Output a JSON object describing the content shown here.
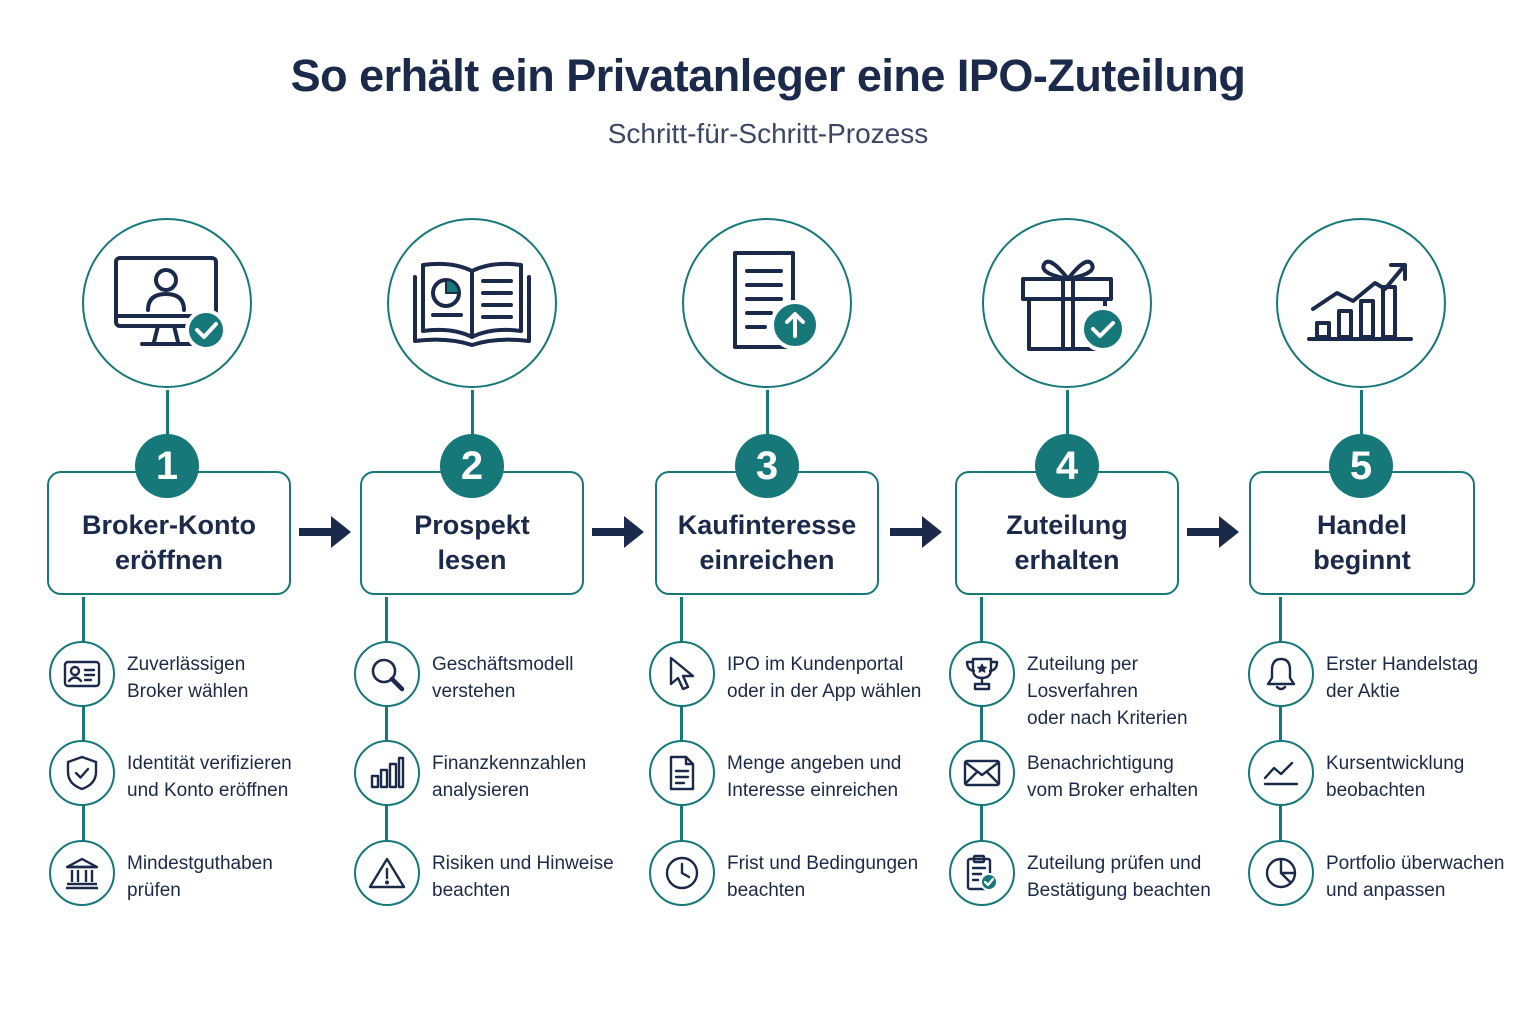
{
  "title": "So erhält ein Privatanleger eine IPO-Zuteilung",
  "subtitle": "Schritt-für-Schritt-Prozess",
  "colors": {
    "accent": "#17787a",
    "navy": "#1b2a4a"
  },
  "steps": [
    {
      "number": "1",
      "label": "Broker-Konto\neröffnen",
      "icon": "monitor-user-check-icon",
      "items": [
        {
          "icon": "id-card-icon",
          "text": "Zuverlässigen\nBroker wählen"
        },
        {
          "icon": "shield-check-icon",
          "text": "Identität verifizieren\nund Konto eröffnen"
        },
        {
          "icon": "bank-icon",
          "text": "Mindestguthaben\nprüfen"
        }
      ]
    },
    {
      "number": "2",
      "label": "Prospekt\nlesen",
      "icon": "open-book-chart-icon",
      "items": [
        {
          "icon": "magnifier-icon",
          "text": "Geschäftsmodell\nverstehen"
        },
        {
          "icon": "bar-chart-icon",
          "text": "Finanzkennzahlen\nanalysieren"
        },
        {
          "icon": "warning-icon",
          "text": "Risiken und Hinweise\nbeachten"
        }
      ]
    },
    {
      "number": "3",
      "label": "Kaufinteresse\neinreichen",
      "icon": "document-upload-icon",
      "items": [
        {
          "icon": "cursor-icon",
          "text": "IPO im Kundenportal\noder in der App wählen"
        },
        {
          "icon": "document-icon",
          "text": "Menge angeben und\nInteresse einreichen"
        },
        {
          "icon": "clock-icon",
          "text": "Frist und Bedingungen\nbeachten"
        }
      ]
    },
    {
      "number": "4",
      "label": "Zuteilung\nerhalten",
      "icon": "gift-check-icon",
      "items": [
        {
          "icon": "trophy-icon",
          "text": "Zuteilung per Losverfahren\noder nach Kriterien"
        },
        {
          "icon": "envelope-icon",
          "text": "Benachrichtigung\nvom Broker erhalten"
        },
        {
          "icon": "clipboard-check-icon",
          "text": "Zuteilung prüfen und\nBestätigung beachten"
        }
      ]
    },
    {
      "number": "5",
      "label": "Handel\nbeginnt",
      "icon": "growth-chart-icon",
      "items": [
        {
          "icon": "bell-icon",
          "text": "Erster Handelstag\nder Aktie"
        },
        {
          "icon": "trend-line-icon",
          "text": "Kursentwicklung\nbeobachten"
        },
        {
          "icon": "pie-chart-icon",
          "text": "Portfolio überwachen\nund anpassen"
        }
      ]
    }
  ]
}
